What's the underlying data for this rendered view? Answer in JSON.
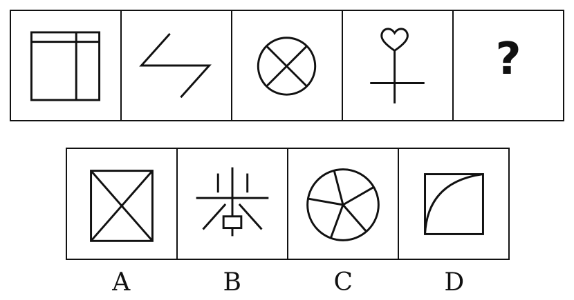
{
  "question": {
    "figures": [
      {
        "id": "fig1",
        "description_icon": "window-grid-icon"
      },
      {
        "id": "fig2",
        "description_icon": "zigzag-icon"
      },
      {
        "id": "fig3",
        "description_icon": "crossed-circle-icon"
      },
      {
        "id": "fig4",
        "description_icon": "heart-on-stick-icon"
      }
    ],
    "unknown_symbol": "?"
  },
  "options": {
    "labels": [
      "A",
      "B",
      "C",
      "D"
    ],
    "icons": [
      "crossed-square-icon",
      "character-mi-icon",
      "segmented-circle-icon",
      "arc-square-icon"
    ]
  }
}
